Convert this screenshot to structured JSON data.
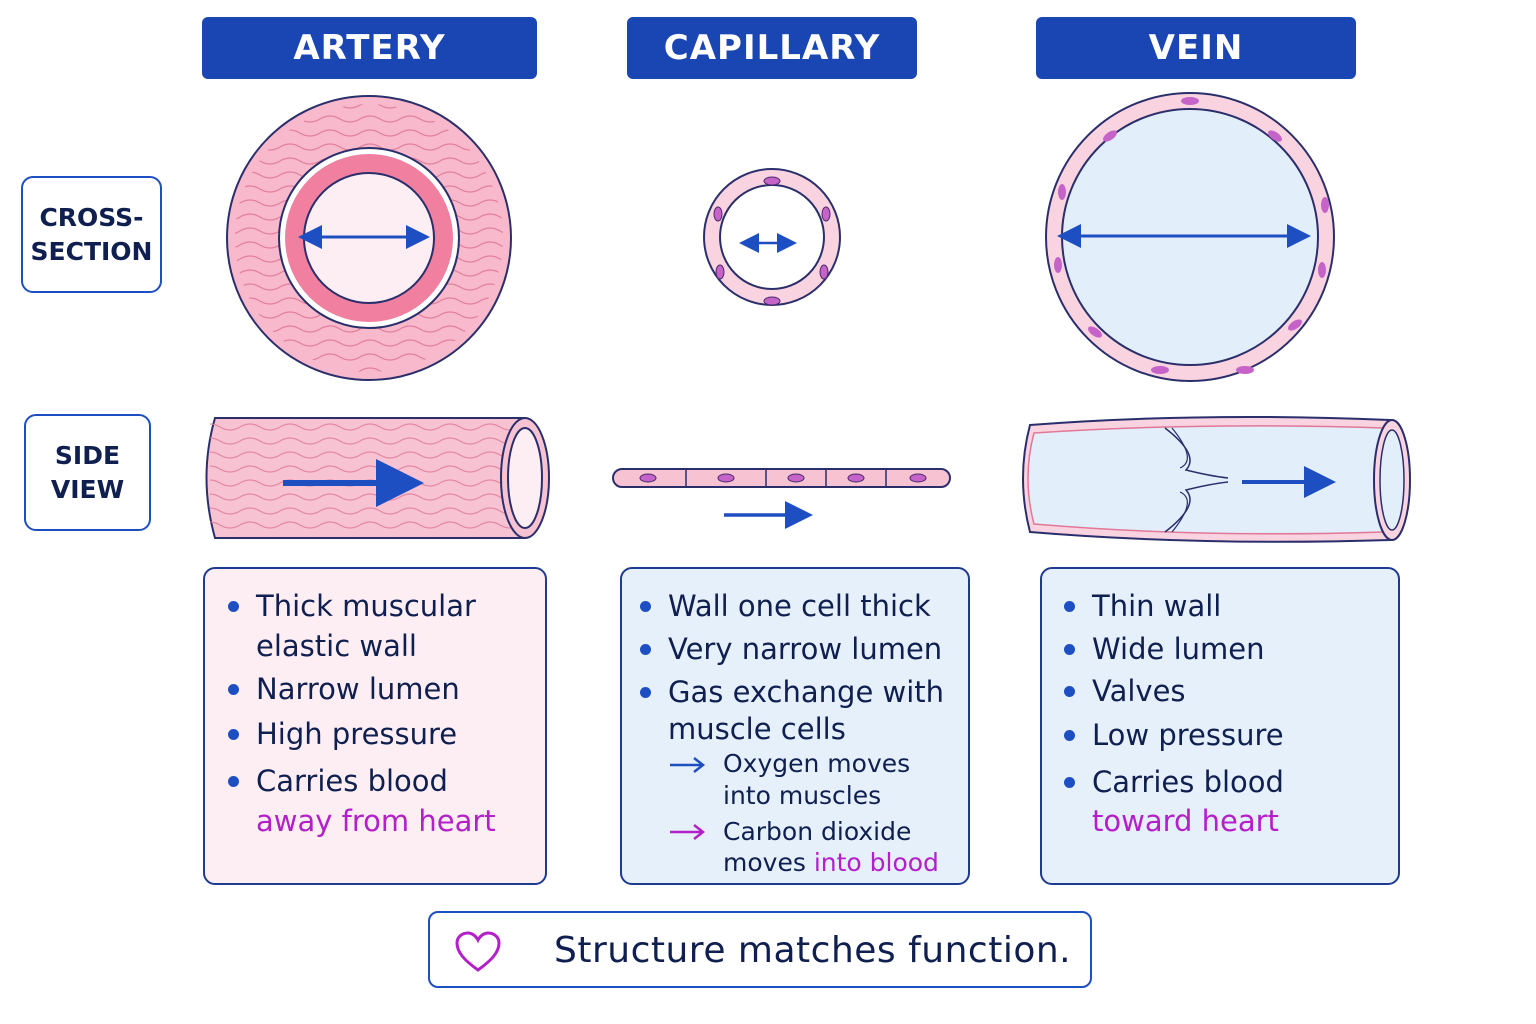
{
  "headers": {
    "artery": "ARTERY",
    "capillary": "CAPILLARY",
    "vein": "VEIN"
  },
  "row_labels": {
    "cross_section": [
      "CROSS-",
      "SECTION"
    ],
    "side_view": [
      "SIDE",
      "VIEW"
    ]
  },
  "artery_facts": {
    "items": [
      "Thick muscular",
      "elastic wall",
      "Narrow lumen",
      "High pressure",
      "Carries blood"
    ],
    "highlight": "away from heart"
  },
  "capillary_facts": {
    "items": [
      "Wall one cell thick",
      "Very narrow lumen",
      "Gas exchange with",
      "muscle cells"
    ],
    "oxygen_text": "Oxygen moves",
    "oxygen_highlight": "into muscles",
    "co2_text": "Carbon dioxide",
    "co2_text2": "moves",
    "co2_highlight": "into blood"
  },
  "vein_facts": {
    "items": [
      "Thin wall",
      "Wide lumen",
      "Valves",
      "Low pressure",
      "Carries blood"
    ],
    "highlight": "toward heart"
  },
  "footer": {
    "text": "Structure matches function."
  },
  "colors": {
    "header_blue": "#1a46b4",
    "arrow_blue": "#1e4fc2",
    "magenta": "#b31fc9",
    "pink_fill": "#fdeef3",
    "blue_fill": "#e6f0fb"
  },
  "icons": [
    "heart-outline-icon",
    "arrow-right-icon"
  ]
}
